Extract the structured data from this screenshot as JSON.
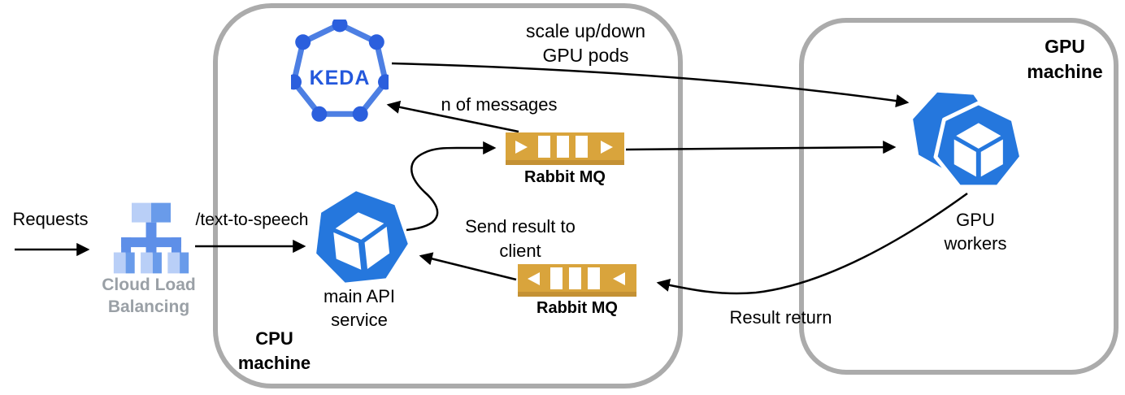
{
  "title": "text-to-speech scaling architecture diagram",
  "colors": {
    "box_border": "#ababab",
    "arrow": "#000000",
    "keda_blue": "#2b5fdd",
    "keda_hept_outline": "#4d7fe3",
    "k8s_blue": "#2577dd",
    "rabbit_gold": "#d9a43c",
    "rabbit_gold_dark": "#c49134",
    "lb_light_blue": "#b9cff7",
    "lb_medium_blue": "#699bea",
    "lb_dark_blue": "#5e8fe8",
    "gray_label": "#9aa0a6"
  },
  "boxes": {
    "cpu": {
      "line1": "CPU",
      "line2": "machine"
    },
    "gpu": {
      "line1": "GPU",
      "line2": "machine"
    }
  },
  "nodes": {
    "keda": {
      "label": "KEDA"
    },
    "load_balancer": {
      "line1": "Cloud Load",
      "line2": "Balancing"
    },
    "main_api": {
      "line1": "main API",
      "line2": "service"
    },
    "gpu_workers": {
      "line1": "GPU",
      "line2": "workers"
    },
    "rabbit_top": {
      "label": "Rabbit MQ"
    },
    "rabbit_bottom": {
      "label": "Rabbit MQ"
    }
  },
  "edges": {
    "requests": {
      "label": "Requests"
    },
    "text_to_speech": {
      "label": "/text-to-speech"
    },
    "scale": {
      "line1": "scale up/down",
      "line2": "GPU pods"
    },
    "n_messages": {
      "label": "n of messages"
    },
    "send_result": {
      "line1": "Send result to",
      "line2": "client"
    },
    "result_return": {
      "label": "Result return"
    }
  }
}
